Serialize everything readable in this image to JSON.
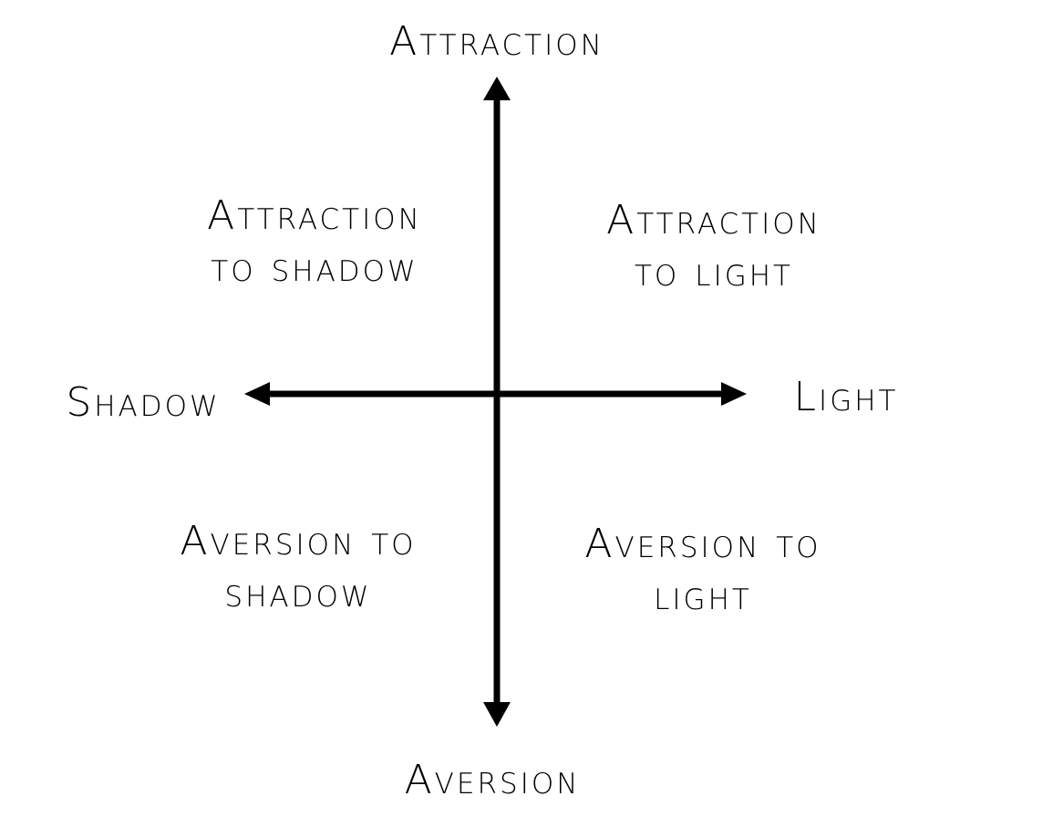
{
  "axes": {
    "top": "Attraction",
    "bottom": "Aversion",
    "left": "Shadow",
    "right": "Light"
  },
  "quadrants": {
    "top_left": [
      "Attraction",
      "to shadow"
    ],
    "top_right": [
      "Attraction",
      "to light"
    ],
    "bottom_left": [
      "Aversion to",
      "shadow"
    ],
    "bottom_right": [
      "Aversion to",
      "light"
    ]
  },
  "colors": {
    "ink": "#000000",
    "background": "#ffffff"
  }
}
